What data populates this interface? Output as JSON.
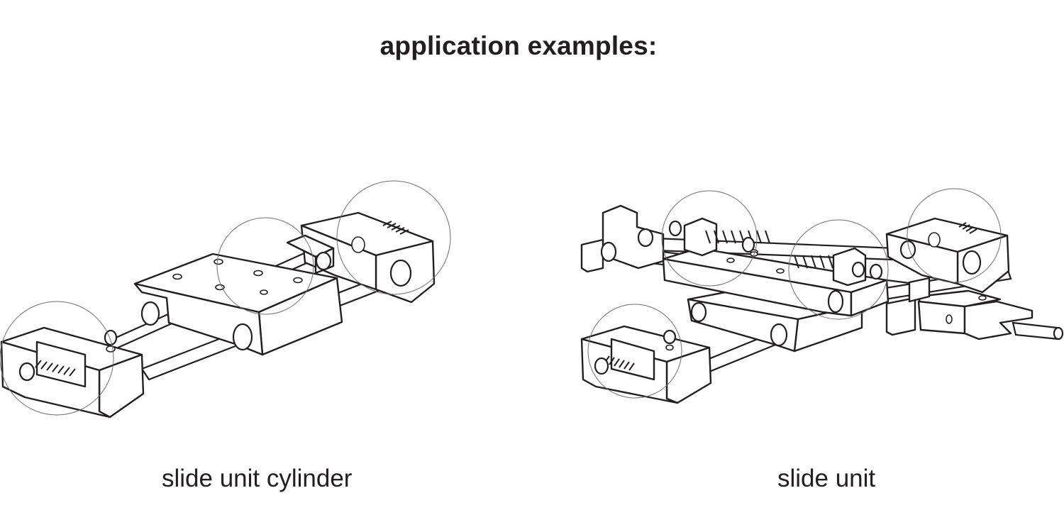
{
  "heading": "application examples:",
  "examples": [
    {
      "caption": "slide unit cylinder",
      "icon": "slide-unit-cylinder-drawing"
    },
    {
      "caption": "slide unit",
      "icon": "slide-unit-drawing"
    }
  ],
  "colors": {
    "line": "#231f20",
    "highlight_circle": "#6d6e71",
    "background": "#ffffff"
  }
}
